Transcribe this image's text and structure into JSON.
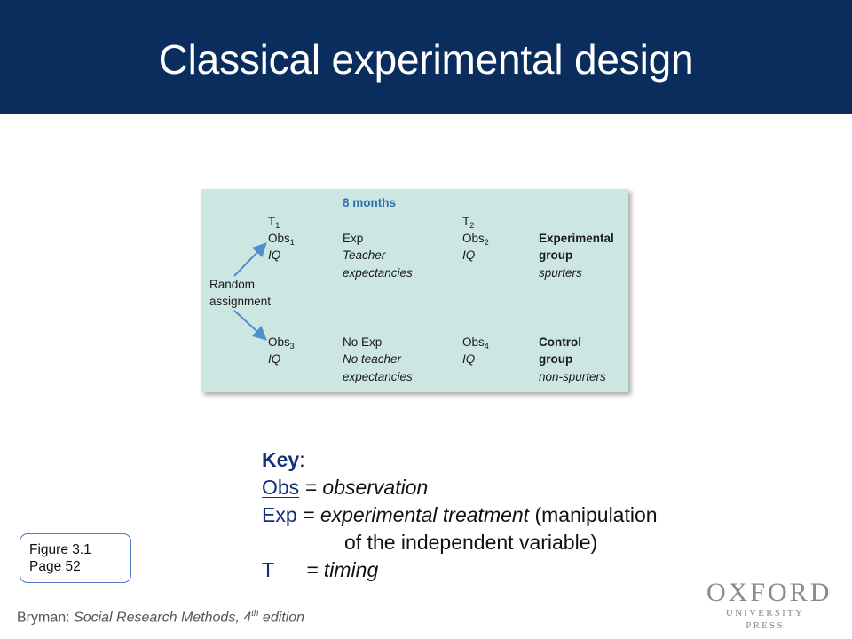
{
  "title": "Classical experimental design",
  "figure": {
    "duration": "8 months",
    "random_assignment": [
      "Random",
      "assignment"
    ],
    "top": {
      "t1": "T",
      "t1_sub": "1",
      "obs1": "Obs",
      "obs1_sub": "1",
      "iq1": "IQ",
      "exp": "Exp",
      "exp_detail": [
        "Teacher",
        "expectancies"
      ],
      "t2": "T",
      "t2_sub": "2",
      "obs2": "Obs",
      "obs2_sub": "2",
      "iq2": "IQ",
      "group": [
        "Experimental",
        "group"
      ],
      "group_label": "spurters"
    },
    "bottom": {
      "obs3": "Obs",
      "obs3_sub": "3",
      "iq3": "IQ",
      "noexp": "No Exp",
      "noexp_detail": [
        "No teacher",
        "expectancies"
      ],
      "obs4": "Obs",
      "obs4_sub": "4",
      "iq4": "IQ",
      "group": [
        "Control",
        "group"
      ],
      "group_label": "non-spurters"
    },
    "colors": {
      "background": "#cce6e1",
      "arrow": "#4f8fcf",
      "heading": "#2f6fb0"
    }
  },
  "key": {
    "title": "Key",
    "colon": ":",
    "obs_term": "Obs",
    "obs_def": " = observation",
    "exp_term": "Exp",
    "exp_def_italic": " = experimental treatment",
    "exp_def_plain": " (manipulation",
    "exp_def_cont": "of the independent variable)",
    "t_term": "T",
    "t_def": "= timing"
  },
  "figure_ref": [
    "Figure 3.1",
    "Page 52"
  ],
  "footer": {
    "prefix": "Bryman: ",
    "book": "Social Research Methods, 4",
    "sup": "th",
    "suffix": " edition"
  },
  "logo": {
    "main": "OXFORD",
    "sub": "UNIVERSITY PRESS"
  }
}
